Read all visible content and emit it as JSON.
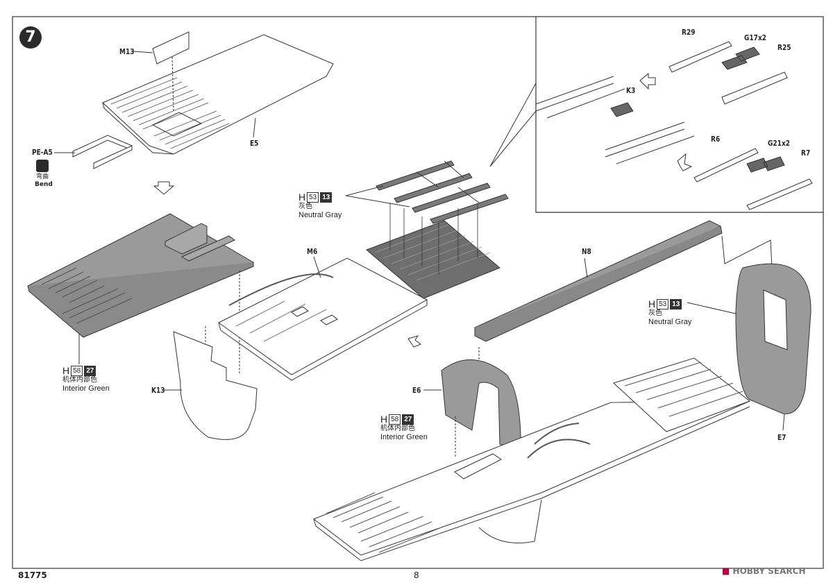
{
  "step": "7",
  "page_number": "8",
  "kit_number": "81775",
  "watermark": "HOBBY SEARCH",
  "parts": {
    "m13": "M13",
    "pe_a5": "PE-A5",
    "e5": "E5",
    "m6": "M6",
    "k13": "K13",
    "n8": "N8",
    "e6": "E6",
    "e7": "E7",
    "r29": "R29",
    "g17": "G17x2",
    "r25": "R25",
    "k3": "K3",
    "r6": "R6",
    "g21": "G21x2",
    "r7": "R7"
  },
  "bend": {
    "cn": "弯曲",
    "en": "Bend"
  },
  "paint_green": {
    "letter": "H",
    "code1": "58",
    "code2": "27",
    "cn": "机体内部色",
    "en": "Interior Green"
  },
  "paint_gray": {
    "letter": "H",
    "code1": "53",
    "code2": "13",
    "cn": "灰色",
    "en": "Neutral Gray"
  },
  "colors": {
    "gray_fill": "#9a9a9a",
    "dark_fill": "#6e6e6e",
    "line": "#333333"
  }
}
